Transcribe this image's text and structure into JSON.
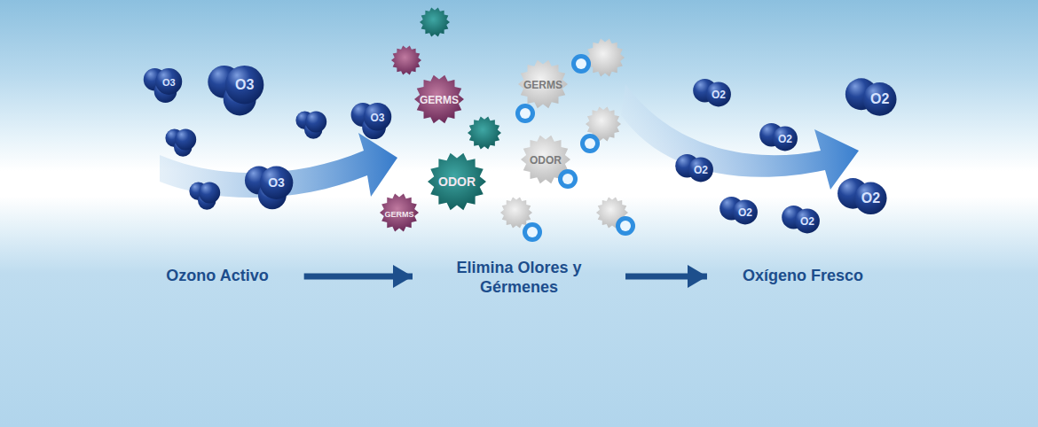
{
  "diagram": {
    "nodes": [
      {
        "text": [
          "Ozono Activo"
        ]
      },
      {
        "text": [
          "Elimina Olores y Gérmenes"
        ]
      },
      {
        "text": [
          "Oxígeno Fresco"
        ]
      }
    ],
    "edges": [
      {
        "from": 0,
        "to": 1,
        "arrow": "to"
      },
      {
        "from": 1,
        "to": 2,
        "arrow": "to"
      }
    ],
    "labels": [
      "O3",
      "O3",
      "O3",
      "O3",
      "GERMS",
      "ODOR",
      "GERMS",
      "GERMS",
      "ODOR",
      "O2",
      "O2",
      "O2",
      "O2",
      "O2",
      "O2",
      "O2"
    ]
  }
}
